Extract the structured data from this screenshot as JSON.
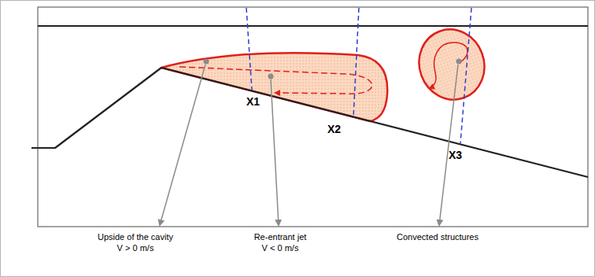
{
  "diagram": {
    "labels": [
      "X1",
      "X2",
      "X3",
      "Upside of the cavity V > 0 m/s",
      "Re-entrant jet V < 0 m/s",
      "Convected structures"
    ]
  }
}
